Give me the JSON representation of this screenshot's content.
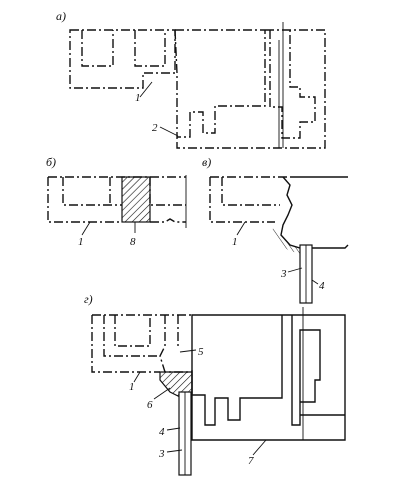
{
  "figure": {
    "panels": {
      "a": {
        "label": "а)",
        "callouts": [
          "1",
          "2"
        ]
      },
      "b": {
        "label": "б)",
        "callouts": [
          "1",
          "8"
        ]
      },
      "v": {
        "label": "в)",
        "callouts": [
          "1",
          "3",
          "4"
        ]
      },
      "g": {
        "label": "г)",
        "callouts": [
          "5",
          "1",
          "6",
          "4",
          "3",
          "7"
        ]
      }
    }
  }
}
